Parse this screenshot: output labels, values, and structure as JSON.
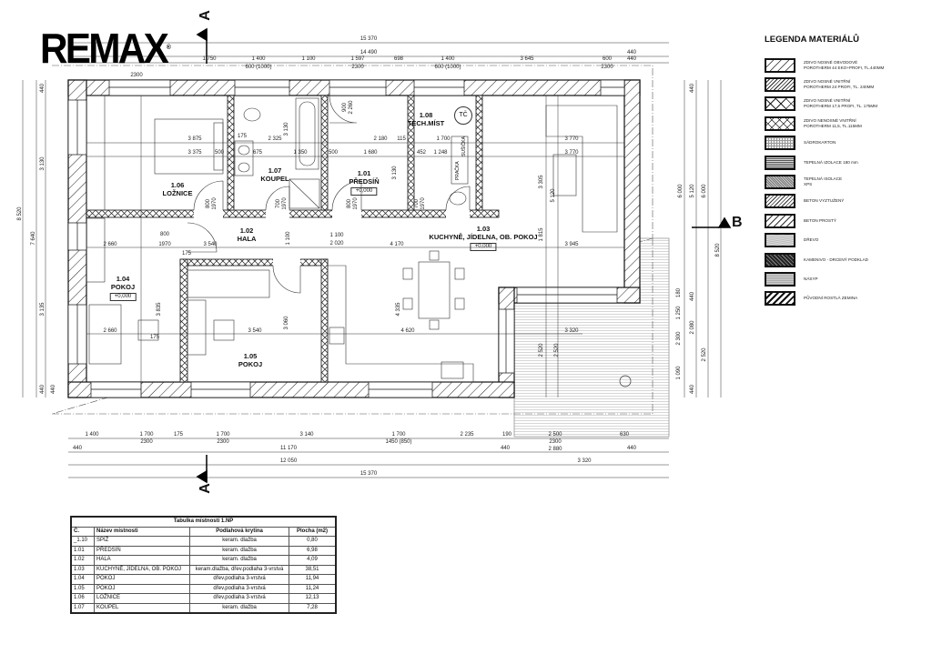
{
  "logo": {
    "display": "REMAX",
    "mark": "®"
  },
  "sections": {
    "a_top": "A",
    "a_bottom": "A",
    "b": "B"
  },
  "rooms": [
    {
      "num": "1.06",
      "name": "LOŽNICE"
    },
    {
      "num": "1.07",
      "name": "KOUPEL"
    },
    {
      "num": "1.01",
      "name": "PŘEDSÍŇ",
      "level": "+0,000"
    },
    {
      "num": "1.08",
      "name": "TECH.MÍST"
    },
    {
      "num": "1.02",
      "name": "HALA"
    },
    {
      "num": "1.03",
      "name": "KUCHYNĚ, JÍDELNA, OB. POKOJ",
      "level": "+0,000"
    },
    {
      "num": "1.04",
      "name": "POKOJ",
      "level": "+0,000"
    },
    {
      "num": "1.05",
      "name": "POKOJ"
    }
  ],
  "fixtures": {
    "heat_pump": "TČ",
    "washer": "PRAČKA",
    "dryer": "SUŠIČKA"
  },
  "dims": {
    "top": [
      "15 370",
      "14 490",
      "440",
      "1 750",
      "1 400",
      "1 100",
      "1 597",
      "698",
      "1 400",
      "3 645",
      "600",
      "440",
      "2300",
      "600 (1000)",
      "2300",
      "600 (1000)",
      "2300"
    ],
    "bottom": [
      "1 400",
      "1 700",
      "175",
      "1 700",
      "3 140",
      "1 700",
      "2 235",
      "190",
      "2 500",
      "630",
      "2300",
      "2300",
      "1450 (850)",
      "2300",
      "440",
      "11 170",
      "440",
      "2 880",
      "440",
      "12 050",
      "3 320",
      "15 370"
    ],
    "left": [
      "8 520",
      "7 640",
      "440",
      "440",
      "3 130",
      "3 135",
      "440"
    ],
    "right": [
      "6 000",
      "5 120",
      "6 000",
      "8 520",
      "440",
      "180",
      "440",
      "1 250",
      "2 300",
      "2 080",
      "2 520",
      "1 090",
      "440"
    ],
    "interior": [
      "3 875",
      "3 375",
      "500",
      "2 325",
      "175",
      "675",
      "1 350",
      "500",
      "1 680",
      "2 180",
      "115",
      "1 700",
      "452",
      "1 248",
      "3 770",
      "3 770",
      "3 305",
      "5 120",
      "1 815",
      "3 945",
      "2 660",
      "3 540",
      "1 100",
      "2 020",
      "4 170",
      "2 660",
      "3 540",
      "4 620",
      "3 320",
      "2 520",
      "2 520",
      "800",
      "1970",
      "700",
      "1970",
      "800",
      "1970",
      "700",
      "1970",
      "900",
      "2 260",
      "800",
      "1970",
      "3 130",
      "3 130",
      "1 100",
      "3 060",
      "4 335",
      "3 835",
      "175",
      "175"
    ]
  },
  "legend": {
    "title": "LEGENDA MATERIÁLŮ",
    "items": [
      {
        "label": "ZDIVO NOSNÉ OBVODOVÉ",
        "sub": "POROTHERM 44 EKO+PROFI, TL.440MM"
      },
      {
        "label": "ZDIVO NOSNÉ VNITŘNÍ",
        "sub": "POROTHERM 24 PROFI, TL. 240MM"
      },
      {
        "label": "ZDIVO NOSNÉ VNITŘNÍ",
        "sub": "POROTHERM 17,5 PROFI, TL. 175MM"
      },
      {
        "label": "ZDIVO NENOSNÉ VNITŘNÍ",
        "sub": "POROTHERM 11,5, TL.115MM"
      },
      {
        "label": "SÁDROKARTON",
        "sub": ""
      },
      {
        "label": "TEPELNÁ IZOLACE 180 mm",
        "sub": ""
      },
      {
        "label": "TEPELNÁ ISOLACE",
        "sub": "XPS"
      },
      {
        "label": "BETON VYZTUŽENÝ",
        "sub": ""
      },
      {
        "label": "BETON PROSTÝ",
        "sub": ""
      },
      {
        "label": "DŘEVO",
        "sub": ""
      },
      {
        "label": "KAMENIVO - DRCENÝ PODKLAD",
        "sub": ""
      },
      {
        "label": "NÁSYP",
        "sub": ""
      },
      {
        "label": "PŮVODNÍ ROSTLÁ ZEMINA",
        "sub": ""
      }
    ]
  },
  "room_table": {
    "title": "Tabulka místností 1.NP",
    "headers": [
      "Č.",
      "Název místnosti",
      "Podlahová krytina",
      "Plocha (m2)"
    ],
    "rows": [
      [
        "_1.10",
        "SPÍŽ",
        "keram. dlažba",
        "0,80"
      ],
      [
        "1.01",
        "PŘEDSÍŇ",
        "keram. dlažba",
        "6,98"
      ],
      [
        "1.02",
        "HALA",
        "keram. dlažba",
        "4,09"
      ],
      [
        "1.03",
        "KUCHYNĚ, JÍDELNA, OB. POKOJ",
        "keram.dlažba, dřev.podlaha 3-vrstvá",
        "38,51"
      ],
      [
        "1.04",
        "POKOJ",
        "dřev.podlaha 3-vrstvá",
        "11,94"
      ],
      [
        "1.05",
        "POKOJ",
        "dřev.podlaha 3-vrstvá",
        "11,24"
      ],
      [
        "1.06",
        "LOŽNICE",
        "dřev.podlaha 3-vrstvá",
        "12,13"
      ],
      [
        "1.07",
        "KOUPEL",
        "keram. dlažba",
        "7,28"
      ]
    ]
  }
}
